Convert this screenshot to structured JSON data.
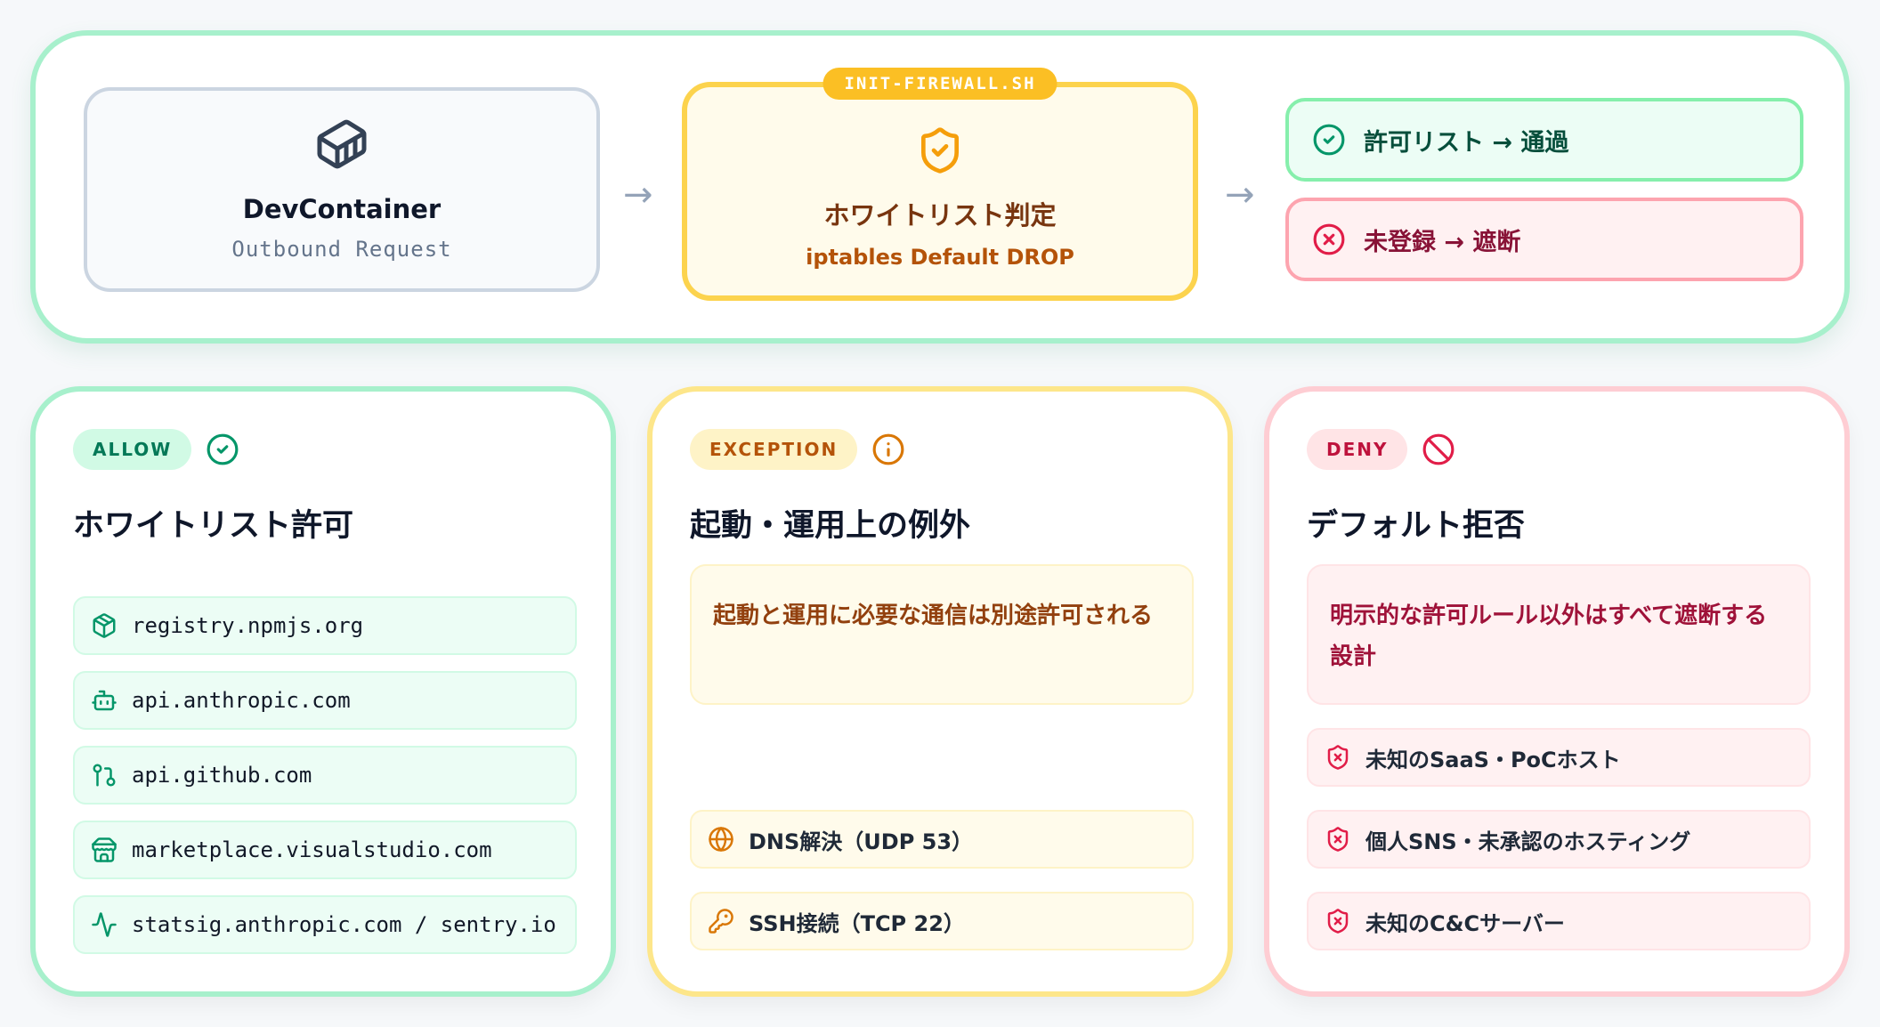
{
  "flow": {
    "source": {
      "icon": "container-icon",
      "title": "DevContainer",
      "subtitle": "Outbound Request"
    },
    "arrow": "→",
    "firewall": {
      "badge": "INIT-FIREWALL.SH",
      "icon": "shield-check-icon",
      "title": "ホワイトリスト判定",
      "subtitle": "iptables Default DROP"
    },
    "results": {
      "allow": {
        "icon": "check-circle-icon",
        "label": "許可リスト → 通過"
      },
      "deny": {
        "icon": "x-circle-icon",
        "label": "未登録 → 遮断"
      }
    }
  },
  "cards": {
    "allow": {
      "tag": "ALLOW",
      "tag_icon": "check-circle-icon",
      "title": "ホワイトリスト許可",
      "items": [
        {
          "icon": "package-icon",
          "label": "registry.npmjs.org"
        },
        {
          "icon": "bot-icon",
          "label": "api.anthropic.com"
        },
        {
          "icon": "git-pull-request-icon",
          "label": "api.github.com"
        },
        {
          "icon": "store-icon",
          "label": "marketplace.visualstudio.com"
        },
        {
          "icon": "activity-icon",
          "label": "statsig.anthropic.com / sentry.io"
        }
      ]
    },
    "exception": {
      "tag": "EXCEPTION",
      "tag_icon": "info-icon",
      "title": "起動・運用上の例外",
      "note": "起動と運用に必要な通信は別途許可される",
      "items": [
        {
          "icon": "globe-icon",
          "label": "DNS解決（UDP 53）"
        },
        {
          "icon": "key-icon",
          "label": "SSH接続（TCP 22）"
        }
      ]
    },
    "deny": {
      "tag": "DENY",
      "tag_icon": "ban-icon",
      "title": "デフォルト拒否",
      "note": "明示的な許可ルール以外はすべて遮断する設計",
      "items": [
        {
          "icon": "shield-x-icon",
          "label": "未知のSaaS・PoCホスト"
        },
        {
          "icon": "shield-x-icon",
          "label": "個人SNS・未承認のホスティング"
        },
        {
          "icon": "shield-x-icon",
          "label": "未知のC&Cサーバー"
        }
      ]
    }
  },
  "colors": {
    "allow": "#10b981",
    "allow_border": "#a7f0cc",
    "exception": "#f59e0b",
    "exception_border": "#fde68a",
    "deny": "#e11d48",
    "deny_border": "#fecdd3",
    "neutral": "#334155"
  }
}
